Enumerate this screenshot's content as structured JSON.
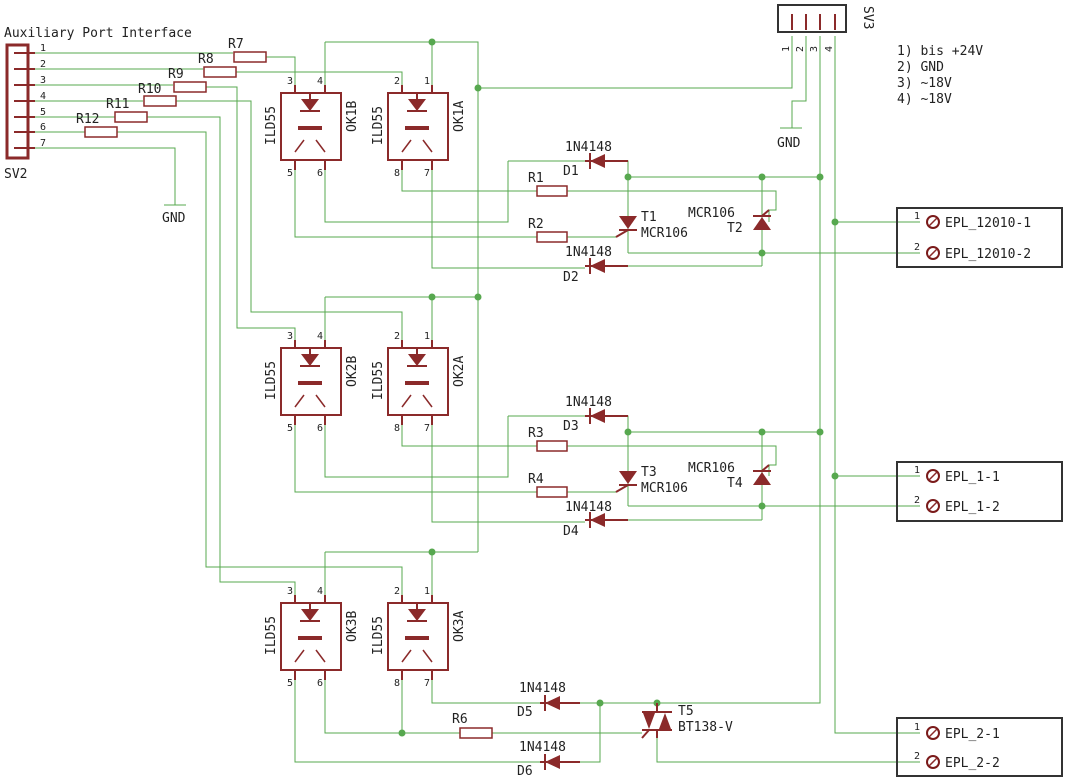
{
  "colors": {
    "wire": "#57a84f",
    "component": "#8b2a2a",
    "connector_box": "#333333"
  },
  "headers": {
    "sv2": {
      "title": "Auxiliary Port Interface",
      "name": "SV2",
      "pins": [
        "1",
        "2",
        "3",
        "4",
        "5",
        "6",
        "7"
      ]
    },
    "sv3": {
      "name": "SV3",
      "pins": [
        "1",
        "2",
        "3",
        "4"
      ]
    }
  },
  "gnd_label": "GND",
  "legend": [
    "1) bis +24V",
    "2) GND",
    "3) ~18V",
    "4) ~18V"
  ],
  "resistors": [
    "R7",
    "R8",
    "R9",
    "R10",
    "R11",
    "R12",
    "R1",
    "R2",
    "R3",
    "R4",
    "R6"
  ],
  "optocouplers": {
    "type": "ILD55",
    "names": [
      "OK1B",
      "OK1A",
      "OK2B",
      "OK2A",
      "OK3B",
      "OK3A"
    ],
    "pins": {
      "p1": "1",
      "p2": "2",
      "p3": "3",
      "p4": "4",
      "p5": "5",
      "p6": "6",
      "p7": "7",
      "p8": "8"
    }
  },
  "diodes": {
    "type": "1N4148",
    "names": [
      "D1",
      "D2",
      "D3",
      "D4",
      "D5",
      "D6"
    ]
  },
  "thyristors": {
    "type": "MCR106",
    "names": [
      "T1",
      "T2",
      "T3",
      "T4"
    ]
  },
  "triac": {
    "name": "T5",
    "type": "BT138-V"
  },
  "connectors": [
    {
      "terminals": [
        "EPL_12010-1",
        "EPL_12010-2"
      ],
      "pins": [
        "1",
        "2"
      ]
    },
    {
      "terminals": [
        "EPL_1-1",
        "EPL_1-2"
      ],
      "pins": [
        "1",
        "2"
      ]
    },
    {
      "terminals": [
        "EPL_2-1",
        "EPL_2-2"
      ],
      "pins": [
        "1",
        "2"
      ]
    }
  ]
}
